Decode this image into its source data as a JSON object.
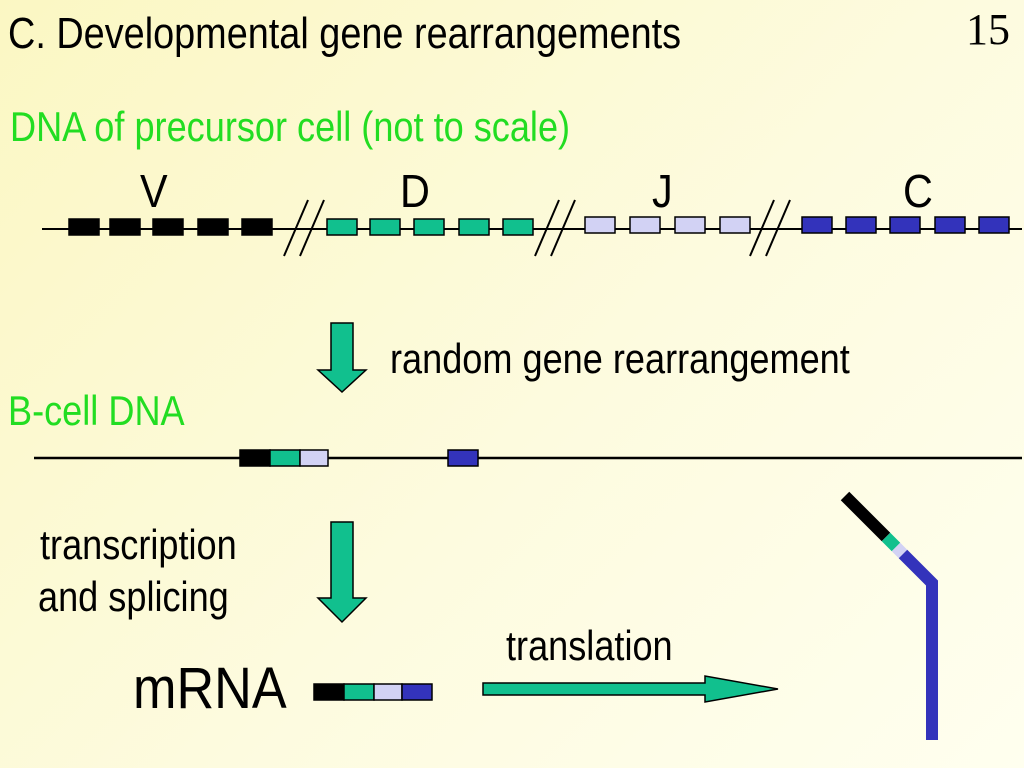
{
  "header": {
    "title": "C. Developmental gene rearrangements",
    "page_number": "15"
  },
  "precursor": {
    "heading": "DNA of precursor cell (not to scale)",
    "segment_labels": {
      "v": "V",
      "d": "D",
      "j": "J",
      "c": "C"
    }
  },
  "steps": {
    "rearrangement": "random gene rearrangement",
    "bcell_heading": "B-cell DNA",
    "transcription_line1": "transcription",
    "transcription_line2": "and splicing",
    "translation": "translation",
    "mrna": "mRNA"
  },
  "colors": {
    "v_segment": "#000000",
    "d_segment": "#11c08e",
    "j_segment": "#d2d2f4",
    "c_segment": "#3333bb",
    "heading_green": "#22dd22",
    "arrow_fill": "#11c08e"
  },
  "legend_icons": {
    "break_marks": "double-slash-icon",
    "down_arrow": "down-arrow-icon",
    "right_arrow": "right-arrow-icon"
  }
}
